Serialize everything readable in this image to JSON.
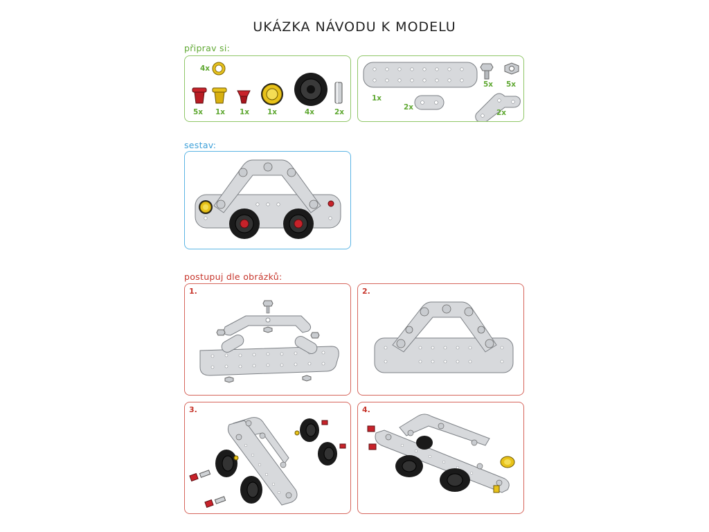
{
  "page_title": "UKÁZKA NÁVODU K MODELU",
  "sections": {
    "prepare": "připrav si:",
    "assemble": "sestav:",
    "follow": "postupuj dle obrázků:"
  },
  "parts_left": {
    "ring": "4x",
    "red_cap": "5x",
    "yellow_cap": "1x",
    "red_cone": "1x",
    "yellow_wheel": "1x",
    "black_wheel": "4x",
    "axle": "2x"
  },
  "parts_right": {
    "long_strip": "1x",
    "bolt": "5x",
    "nut": "5x",
    "short_strip": "2x",
    "angle_strip": "2x"
  },
  "steps": [
    "1.",
    "2.",
    "3.",
    "4."
  ],
  "colors": {
    "green": "#5fa832",
    "blue": "#3da0d9",
    "red": "#c7362c",
    "metal": "#d7d9dc",
    "red_part": "#c8222a",
    "yellow_part": "#e8c21a"
  }
}
